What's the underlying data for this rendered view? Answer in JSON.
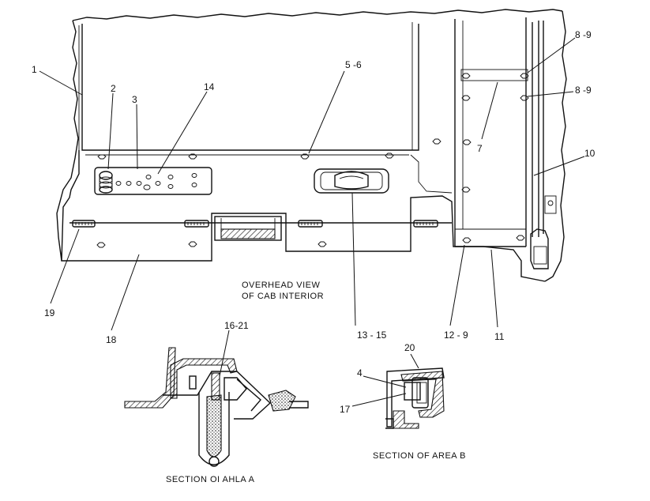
{
  "callouts": [
    {
      "id": "c1",
      "text": "1"
    },
    {
      "id": "c2",
      "text": "2"
    },
    {
      "id": "c3",
      "text": "3"
    },
    {
      "id": "c14",
      "text": "14"
    },
    {
      "id": "c5_6",
      "text": "5 -6"
    },
    {
      "id": "c8_9a",
      "text": "8 -9"
    },
    {
      "id": "c8_9b",
      "text": "8 -9"
    },
    {
      "id": "c7",
      "text": "7"
    },
    {
      "id": "c10",
      "text": "10"
    },
    {
      "id": "c19",
      "text": "19"
    },
    {
      "id": "c18",
      "text": "18"
    },
    {
      "id": "c13_15",
      "text": "13 - 15"
    },
    {
      "id": "c12_9",
      "text": "12 - 9"
    },
    {
      "id": "c11",
      "text": "11"
    },
    {
      "id": "c16_21",
      "text": "16-21"
    },
    {
      "id": "c20",
      "text": "20"
    },
    {
      "id": "c4",
      "text": "4"
    },
    {
      "id": "c17",
      "text": "17"
    }
  ],
  "captions": {
    "overhead_line1": "OVERHEAD VIEW",
    "overhead_line2": "OF CAB INTERIOR",
    "section_a": "SECTION OI AHLA A",
    "section_b": "SECTION OF AREA B"
  }
}
